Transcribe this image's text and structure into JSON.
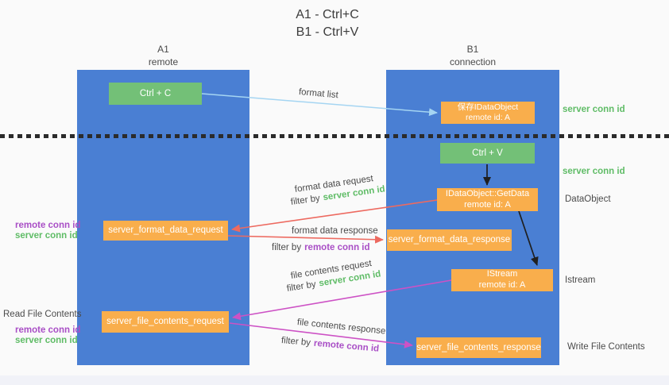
{
  "colors": {
    "column_blue": "#4a7fd3",
    "box_green": "#73c077",
    "box_orange": "#f9ae4c",
    "label_green": "#5fbc66",
    "label_purple": "#a94fc6",
    "arrow_red": "#ed6a60",
    "arrow_pink": "#cd52c5",
    "arrow_light_blue": "#a5d5f2",
    "arrow_black": "#1f1f1f",
    "text_gray": "#4b4b4b"
  },
  "title": {
    "line1": "A1 - Ctrl+C",
    "line2": "B1 - Ctrl+V"
  },
  "columns": {
    "a1": {
      "name": "A1",
      "role": "remote"
    },
    "b1": {
      "name": "B1",
      "role": "connection"
    }
  },
  "nodes": {
    "ctrl_c": {
      "label": "Ctrl + C"
    },
    "save_dataobject": {
      "line1": "保存IDataObject",
      "line2": "remote id: A"
    },
    "ctrl_v": {
      "label": "Ctrl + V"
    },
    "getdata": {
      "line1": "IDataObject::GetData",
      "line2": "remote id: A"
    },
    "format_request": {
      "label": "server_format_data_request"
    },
    "format_response": {
      "label": "server_format_data_response"
    },
    "istream": {
      "line1": "IStream",
      "line2": "remote id: A"
    },
    "file_request": {
      "label": "server_file_contents_request"
    },
    "file_response": {
      "label": "server_file_contents_response"
    }
  },
  "side_labels": {
    "server_conn_id_top": "server conn id",
    "server_conn_id_mid": "server conn id",
    "dataobject": "DataObject",
    "istream": "Istream",
    "write_file_contents": "Write File Contents",
    "read_file_contents": "Read File Contents",
    "format_remote_conn_id": "remote conn id",
    "format_server_conn_id": "server conn id",
    "file_remote_conn_id": "remote conn id",
    "file_server_conn_id": "server conn id"
  },
  "arrow_labels": {
    "format_list": "format list",
    "format_data_request": "format data request",
    "format_data_response": "format data response",
    "file_contents_request": "file contents request",
    "file_contents_response": "file contents response",
    "filter_by": "filter by",
    "server_conn_id": "server conn id",
    "remote_conn_id": "remote conn id"
  }
}
